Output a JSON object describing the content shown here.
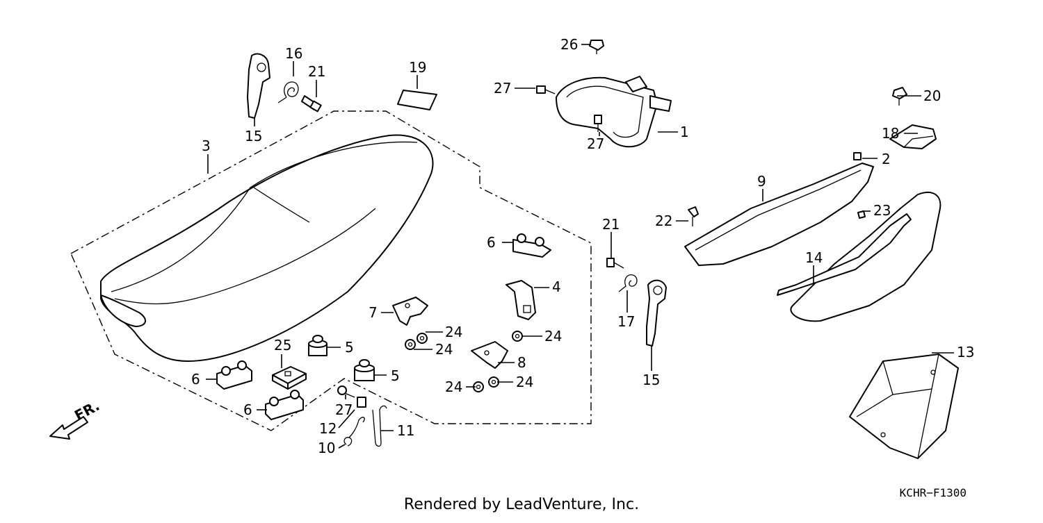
{
  "diagram": {
    "code": "KCHR−F1300",
    "credit": "Rendered by LeadVenture, Inc.",
    "direction_label": "FR.",
    "callouts": {
      "p1": "1",
      "p2": "2",
      "p3": "3",
      "p4": "4",
      "p5a": "5",
      "p5b": "5",
      "p6a": "6",
      "p6b": "6",
      "p6c": "6",
      "p7": "7",
      "p8": "8",
      "p9": "9",
      "p10": "10",
      "p11": "11",
      "p12": "12",
      "p13": "13",
      "p14": "14",
      "p15a": "15",
      "p15b": "15",
      "p16": "16",
      "p17": "17",
      "p18": "18",
      "p19": "19",
      "p20": "20",
      "p21a": "21",
      "p21b": "21",
      "p22": "22",
      "p23": "23",
      "p24a": "24",
      "p24b": "24",
      "p24c": "24",
      "p24d": "24",
      "p24e": "24",
      "p25": "25",
      "p26": "26",
      "p27a": "27",
      "p27b": "27",
      "p27c": "27"
    }
  }
}
